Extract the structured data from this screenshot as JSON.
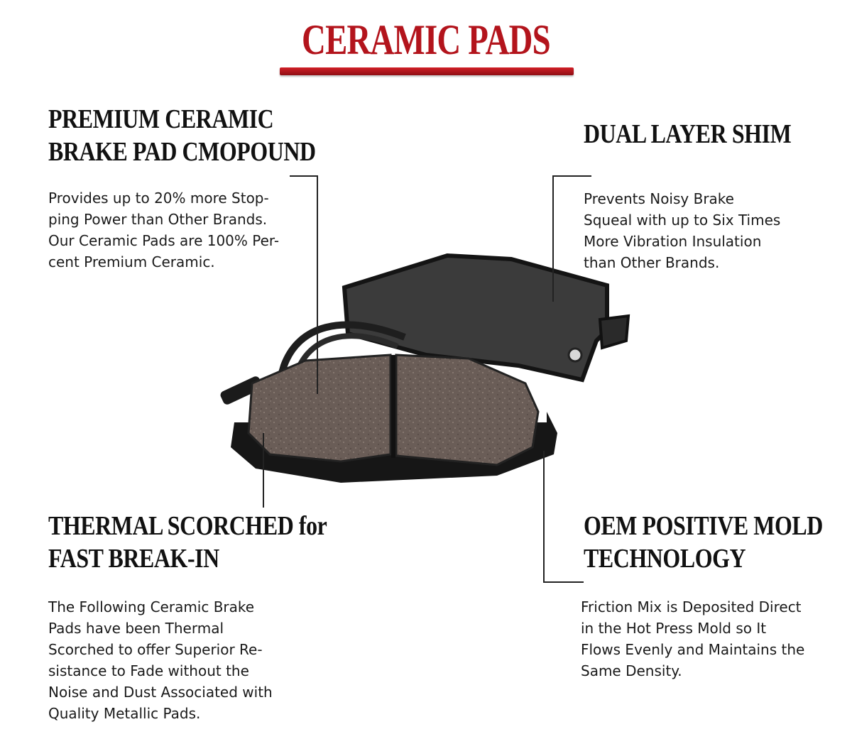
{
  "title": "CERAMIC PADS",
  "colors": {
    "title_red": "#b3141c",
    "text": "#111111"
  },
  "sections": {
    "top_left": {
      "heading": [
        "PREMIUM CERAMIC",
        "BRAKE PAD CMOPOUND"
      ],
      "body": [
        "Provides up to 20% more Stop-",
        "ping Power than Other Brands.",
        "Our Ceramic Pads are 100% Per-",
        "cent Premium Ceramic."
      ]
    },
    "top_right": {
      "heading": [
        "DUAL LAYER SHIM"
      ],
      "body": [
        "Prevents Noisy Brake",
        "Squeal with up to Six Times",
        "More Vibration Insulation",
        "than Other Brands."
      ]
    },
    "bottom_left": {
      "heading": [
        "THERMAL SCORCHED for",
        "FAST BREAK-IN"
      ],
      "body": [
        "The Following Ceramic Brake",
        "Pads have been Thermal",
        "Scorched to offer Superior Re-",
        "sistance to Fade without the",
        "Noise and Dust Associated with",
        "Quality Metallic Pads."
      ]
    },
    "bottom_right": {
      "heading": [
        "OEM POSITIVE MOLD",
        "TECHNOLOGY"
      ],
      "body": [
        "Friction Mix is Deposited Direct",
        "in the Hot Press Mold so It",
        "Flows Evenly and Maintains the",
        "Same Density."
      ]
    }
  }
}
